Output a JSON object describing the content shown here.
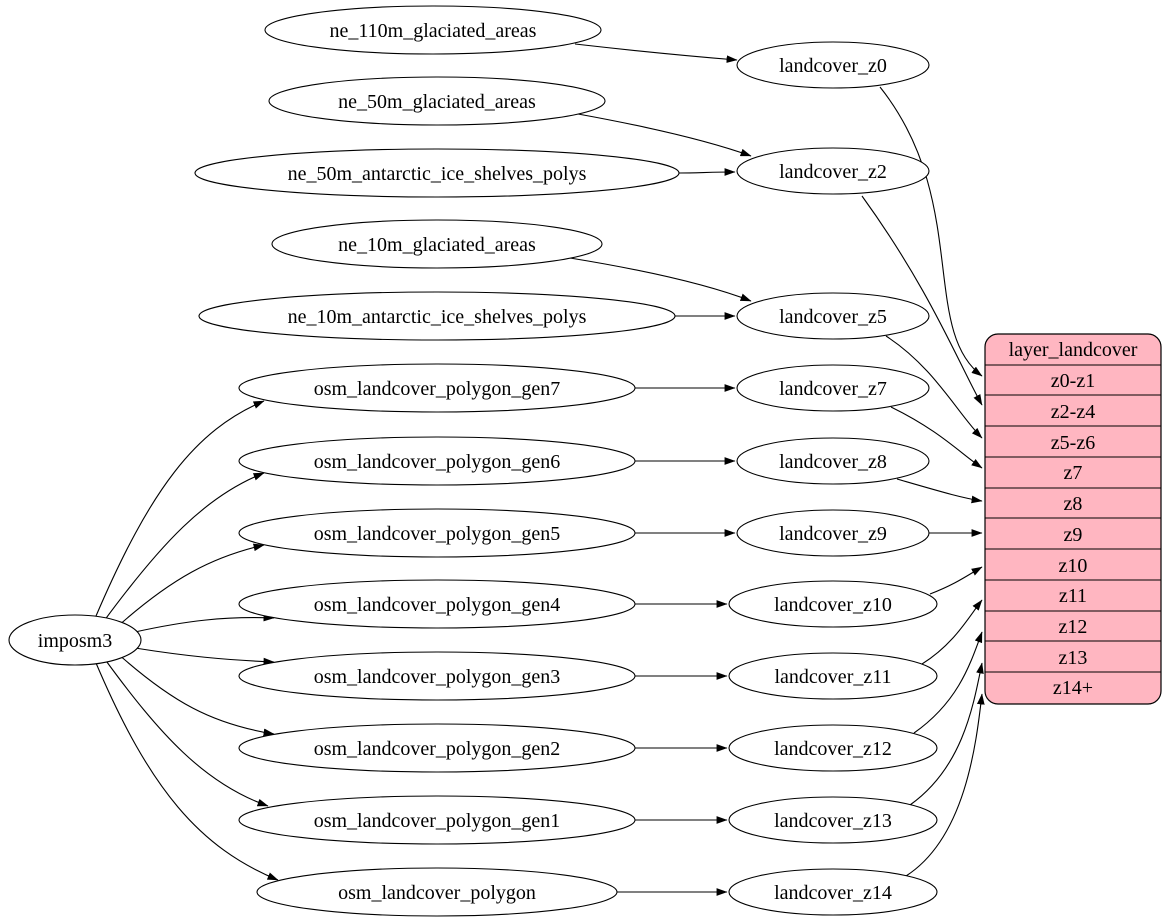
{
  "colors": {
    "record_fill": "#ffb6c1",
    "node_fill": "#ffffff",
    "stroke": "#000000",
    "background": "#ffffff"
  },
  "nodes": {
    "imposm3": "imposm3",
    "ne_110m_glaciated_areas": "ne_110m_glaciated_areas",
    "ne_50m_glaciated_areas": "ne_50m_glaciated_areas",
    "ne_50m_antarctic_ice_shelves_polys": "ne_50m_antarctic_ice_shelves_polys",
    "ne_10m_glaciated_areas": "ne_10m_glaciated_areas",
    "ne_10m_antarctic_ice_shelves_polys": "ne_10m_antarctic_ice_shelves_polys",
    "osm_landcover_polygon_gen7": "osm_landcover_polygon_gen7",
    "osm_landcover_polygon_gen6": "osm_landcover_polygon_gen6",
    "osm_landcover_polygon_gen5": "osm_landcover_polygon_gen5",
    "osm_landcover_polygon_gen4": "osm_landcover_polygon_gen4",
    "osm_landcover_polygon_gen3": "osm_landcover_polygon_gen3",
    "osm_landcover_polygon_gen2": "osm_landcover_polygon_gen2",
    "osm_landcover_polygon_gen1": "osm_landcover_polygon_gen1",
    "osm_landcover_polygon": "osm_landcover_polygon",
    "landcover_z0": "landcover_z0",
    "landcover_z2": "landcover_z2",
    "landcover_z5": "landcover_z5",
    "landcover_z7": "landcover_z7",
    "landcover_z8": "landcover_z8",
    "landcover_z9": "landcover_z9",
    "landcover_z10": "landcover_z10",
    "landcover_z11": "landcover_z11",
    "landcover_z12": "landcover_z12",
    "landcover_z13": "landcover_z13",
    "landcover_z14": "landcover_z14"
  },
  "table": {
    "title": "layer_landcover",
    "rows": [
      "z0-z1",
      "z2-z4",
      "z5-z6",
      "z7",
      "z8",
      "z9",
      "z10",
      "z11",
      "z12",
      "z13",
      "z14+"
    ]
  }
}
